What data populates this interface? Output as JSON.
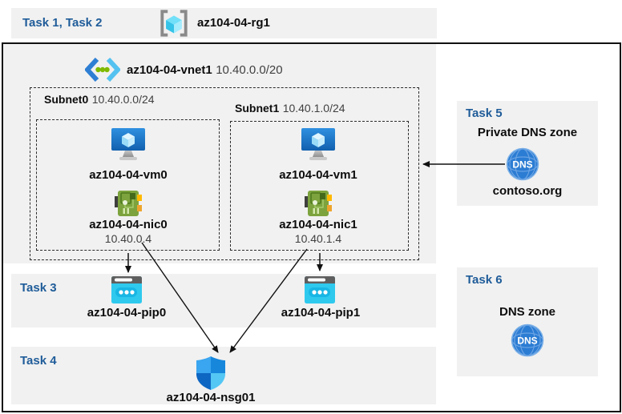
{
  "colors": {
    "task_label": "#1f5c99",
    "panel_bg": "#f1f1f1",
    "outline": "#111111",
    "cidr_text": "#3f3f3f",
    "vm_blue": "#1e78cc",
    "nic_green": "#7ca33d",
    "pip_cyan": "#2fc9ee",
    "dns_blue": "#2b7cd3",
    "shield_blue": "#1787dc"
  },
  "icons": {
    "dns_text": "DNS"
  },
  "header": {
    "tasks": "Task 1, Task 2",
    "resource_group": {
      "icon": "resource-group-icon",
      "name": "az104-04-rg1"
    }
  },
  "vnet": {
    "icon": "virtual-network-icon",
    "name": "az104-04-vnet1",
    "cidr": "10.40.0.0/20"
  },
  "subnets": [
    {
      "name": "Subnet0",
      "cidr": "10.40.0.0/24",
      "vm": {
        "icon": "virtual-machine-icon",
        "name": "az104-04-vm0"
      },
      "nic": {
        "icon": "network-interface-icon",
        "name": "az104-04-nic0",
        "ip": "10.40.0.4"
      }
    },
    {
      "name": "Subnet1",
      "cidr": "10.40.1.0/24",
      "vm": {
        "icon": "virtual-machine-icon",
        "name": "az104-04-vm1"
      },
      "nic": {
        "icon": "network-interface-icon",
        "name": "az104-04-nic1",
        "ip": "10.40.1.4"
      }
    }
  ],
  "task3": {
    "label": "Task 3",
    "pip0": {
      "icon": "public-ip-icon",
      "name": "az104-04-pip0"
    },
    "pip1": {
      "icon": "public-ip-icon",
      "name": "az104-04-pip1"
    }
  },
  "task4": {
    "label": "Task 4",
    "nsg": {
      "icon": "nsg-shield-icon",
      "name": "az104-04-nsg01"
    }
  },
  "task5": {
    "label": "Task 5",
    "title": "Private DNS zone",
    "icon": "dns-globe-icon",
    "zone": "contoso.org"
  },
  "task6": {
    "label": "Task 6",
    "title": "DNS zone",
    "icon": "dns-globe-icon"
  },
  "connections": [
    {
      "from": "az104-04-nic0",
      "to": "az104-04-pip0"
    },
    {
      "from": "az104-04-nic0",
      "to": "az104-04-nsg01"
    },
    {
      "from": "az104-04-nic1",
      "to": "az104-04-pip1"
    },
    {
      "from": "az104-04-nic1",
      "to": "az104-04-nsg01"
    },
    {
      "from": "contoso.org",
      "to": "Subnet1"
    }
  ]
}
